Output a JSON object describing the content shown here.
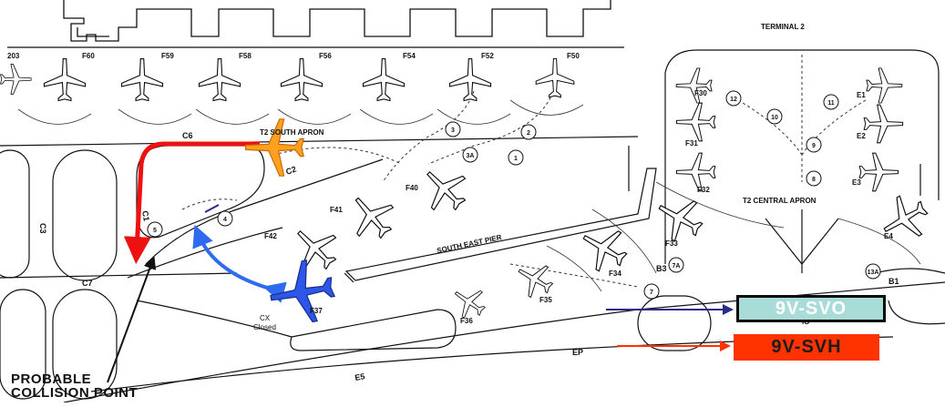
{
  "labels": {
    "terminal": "TERMINAL 2",
    "south_apron": "T2 SOUTH APRON",
    "central_apron": "T2 CENTRAL APRON",
    "south_east_pier": "SOUTH EAST PIER",
    "c6": "C6",
    "c2": "C2",
    "c3": "C3",
    "c7": "C7",
    "c1": "C1",
    "e5": "E5",
    "ep": "EP",
    "b3": "B3",
    "b1": "B1",
    "e4": "E4",
    "cx_closed_1": "CX",
    "cx_closed_2": "Closed",
    "io": "IO"
  },
  "stands": {
    "row_top": [
      "203",
      "F60",
      "F59",
      "F58",
      "F56",
      "F54",
      "F52",
      "F50"
    ],
    "pier": [
      "F40",
      "F41",
      "F42",
      "F37"
    ],
    "right_apron": [
      "F30",
      "F31",
      "F32",
      "E1",
      "E2",
      "E3"
    ],
    "lower": [
      "F33",
      "F34",
      "F35",
      "F36"
    ]
  },
  "circled_points": [
    "1",
    "2",
    "3",
    "3A",
    "4",
    "5",
    "7",
    "7A",
    "8",
    "9",
    "10",
    "11",
    "12",
    "13A"
  ],
  "tags": {
    "svo": "9V-SVO",
    "svh": "9V-SVH"
  },
  "annotation": {
    "line1": "PROBABLE",
    "line2": "COLLISION POINT"
  },
  "colors": {
    "red_path": "#ee1111",
    "blue_path": "#2f6bf0",
    "orange_plane": "#ffa020",
    "blue_plane": "#2c57e8",
    "svo_bg": "#a9dbd8",
    "svh_bg": "#ff3300",
    "navy_arrow": "#2a2a8a"
  }
}
